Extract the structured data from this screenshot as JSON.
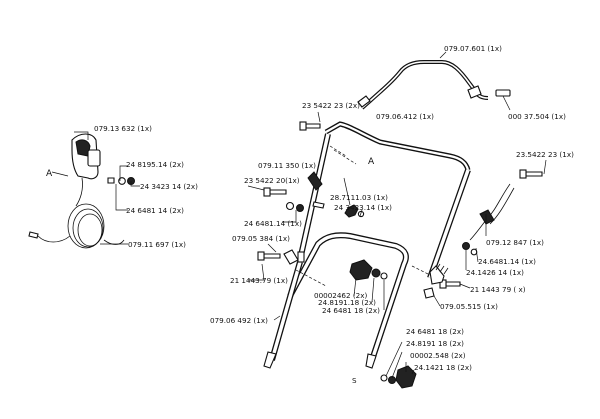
{
  "callouts": {
    "c1": "079.07.601  (1x)",
    "c2": "000 37.504  (1x)",
    "c3": "079.06.412  (1x)",
    "c4": "23 5422 23   (2x)",
    "c5": "079.13 632  (1x)",
    "c6": "24 8195.14  (2x)",
    "c7": "24  3423 14  (2x)",
    "c8": "24 6481 14  (2x)",
    "c9": "079.11 697 (1x)",
    "c10": "079.11 350  (1x)",
    "c11": "23 5422 20(1x)",
    "c12": "24 6481.14  (1x)",
    "c13": "28.7111.03  (1x)",
    "c14": "24 3423.14  (1x)",
    "c15": "079.05 384 (1x)",
    "c16": "21 1443.79  (1x)",
    "c17": "00002462 (2x)",
    "c18": "24.8191.18  (2x)",
    "c19": "24 6481 18 (2x)",
    "c20": "079.06 492 (1x)",
    "c21": "23.5422 23 (1x)",
    "c22": "079.12 847  (1x)",
    "c23": "24.6481.14  (1x)",
    "c24": "24.1426 14  (1x)",
    "c25": "21 1443 79  (  x)",
    "c26": "079.05.515  (1x)",
    "c27": "24 6481 18  (2x)",
    "c28": "24.8191 18  (2x)",
    "c29": "00002.548  (2x)",
    "c30": "24.1421 18  (2x)"
  },
  "refs": {
    "a_left": "A",
    "a_right": "A",
    "s_mark": "S"
  }
}
